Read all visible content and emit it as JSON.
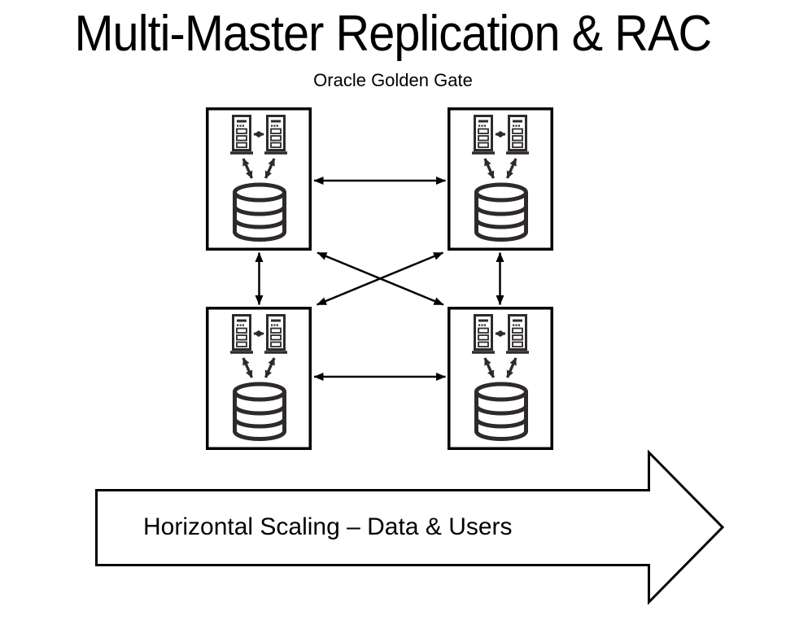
{
  "page": {
    "title": "Multi-Master Replication & RAC",
    "subtitle": "Oracle Golden Gate"
  },
  "banner": {
    "label": "Horizontal Scaling – Data & Users",
    "shape": "right-arrow"
  },
  "colors": {
    "ink": "#000000",
    "icon_stroke": "#2e2a2b",
    "background": "#ffffff"
  },
  "diagram": {
    "nodes": [
      {
        "id": "rac-node-top-left",
        "icons": [
          "server-icon",
          "server-icon",
          "database-icon"
        ]
      },
      {
        "id": "rac-node-top-right",
        "icons": [
          "server-icon",
          "server-icon",
          "database-icon"
        ]
      },
      {
        "id": "rac-node-bottom-left",
        "icons": [
          "server-icon",
          "server-icon",
          "database-icon"
        ]
      },
      {
        "id": "rac-node-bottom-right",
        "icons": [
          "server-icon",
          "server-icon",
          "database-icon"
        ]
      }
    ],
    "connections": [
      {
        "from": "rac-node-top-left",
        "to": "rac-node-top-right",
        "style": "bidirectional-arrow"
      },
      {
        "from": "rac-node-bottom-left",
        "to": "rac-node-bottom-right",
        "style": "bidirectional-arrow"
      },
      {
        "from": "rac-node-top-left",
        "to": "rac-node-bottom-left",
        "style": "bidirectional-arrow"
      },
      {
        "from": "rac-node-top-right",
        "to": "rac-node-bottom-right",
        "style": "bidirectional-arrow"
      },
      {
        "from": "rac-node-top-left",
        "to": "rac-node-bottom-right",
        "style": "bidirectional-arrow"
      },
      {
        "from": "rac-node-top-right",
        "to": "rac-node-bottom-left",
        "style": "bidirectional-arrow"
      }
    ]
  }
}
